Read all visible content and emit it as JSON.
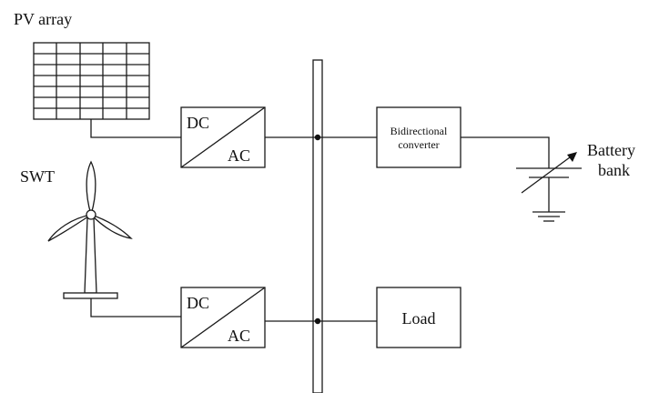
{
  "diagram": {
    "pv_label": "PV array",
    "swt_label": "SWT",
    "inverter_top": {
      "dc": "DC",
      "ac": "AC"
    },
    "inverter_bottom": {
      "dc": "DC",
      "ac": "AC"
    },
    "bidirectional": {
      "line1": "Bidirectional",
      "line2": "converter"
    },
    "battery": {
      "line1": "Battery",
      "line2": "bank"
    },
    "load_label": "Load"
  }
}
